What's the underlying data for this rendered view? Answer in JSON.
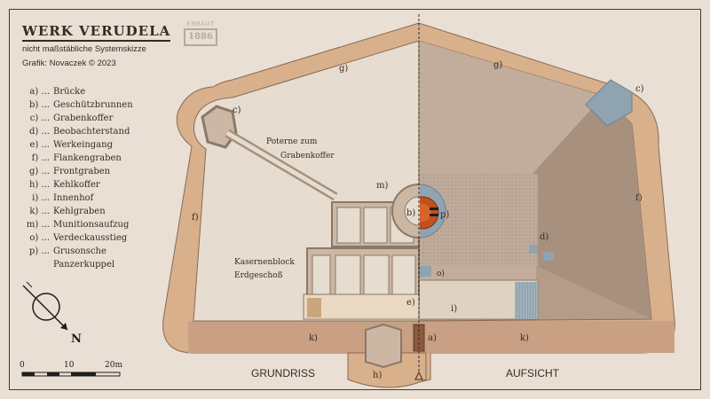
{
  "title": "WERK VERUDELA",
  "subtitle": "nicht maßstäbliche Systemskizze",
  "credit": "Grafik: Novaczek © 2023",
  "stamp": {
    "line1": "ERBAUT",
    "year": "1886"
  },
  "legend": [
    {
      "key": "a) ...",
      "text": "Brücke"
    },
    {
      "key": "b) ...",
      "text": "Geschützbrunnen"
    },
    {
      "key": "c) ...",
      "text": "Grabenkoffer"
    },
    {
      "key": "d) ...",
      "text": "Beobachterstand"
    },
    {
      "key": "e) ...",
      "text": "Werkeingang"
    },
    {
      "key": "f) ...",
      "text": "Flankengraben"
    },
    {
      "key": "g) ...",
      "text": "Frontgraben"
    },
    {
      "key": "h) ...",
      "text": "Kehlkoffer"
    },
    {
      "key": "i) ...",
      "text": "Innenhof"
    },
    {
      "key": "k) ...",
      "text": "Kehlgraben"
    },
    {
      "key": "m) ...",
      "text": "Munitionsaufzug"
    },
    {
      "key": "o) ...",
      "text": "Verdeckausstieg"
    },
    {
      "key": "p) ...",
      "text": "Grusonsche Panzerkuppel"
    }
  ],
  "north": "N",
  "scale": {
    "t0": "0",
    "t1": "10",
    "t2": "20m"
  },
  "captions": {
    "left": "GRUNDRISS",
    "right": "AUFSICHT"
  },
  "annotations": {
    "poterne": [
      "Poterne zum",
      "Grabenkoffer"
    ],
    "kaserne": [
      "Kasernenblock",
      "Erdgeschoß"
    ]
  },
  "markers": {
    "a": "a)",
    "b": "b)",
    "c": "c)",
    "d": "d)",
    "e": "e)",
    "f": "f)",
    "g": "g)",
    "h": "h)",
    "i": "i)",
    "k": "k)",
    "m": "m)",
    "o": "o)",
    "p": "p)"
  },
  "colors": {
    "paper": "#e9dfd4",
    "ditch": "#d8b08c",
    "ditch_dark": "#c49a7a",
    "floorplan": "#e6dccf",
    "top_light": "#c2ad9c",
    "top_mid": "#b49c8a",
    "top_dark": "#a8907e",
    "walls": "#9a8878",
    "steel": "#8fa3b0",
    "dome": "#c0501e"
  }
}
